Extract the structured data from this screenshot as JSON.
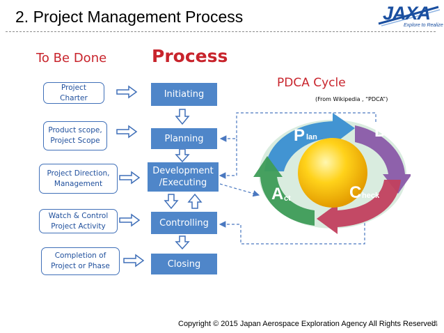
{
  "slide": {
    "title": "2.   Project Management Process",
    "page_number": "14",
    "copyright": "Copyright © 2015 Japan Aerospace Exploration Agency All Rights Reserved."
  },
  "logo": {
    "text": "JAXA",
    "tagline": "Explore to Realize"
  },
  "columns": {
    "to_be_done": "To Be Done",
    "process": "Process"
  },
  "to_be_done": [
    "Project\nCharter",
    "Product scope,\nProject Scope",
    "Project Direction,\nManagement",
    "Watch   & Control\nProject Activity",
    "Completion of\nProject or Phase"
  ],
  "process_steps": [
    "Initiating",
    "Planning",
    "Development\n/Executing",
    "Controlling",
    "Closing"
  ],
  "pdca": {
    "title": "PDCA Cycle",
    "source": "(From Wikipedia , “PDCA”)",
    "plan": {
      "big": "P",
      "small": "lan"
    },
    "do": {
      "big": "D",
      "small": "o"
    },
    "check": {
      "big": "C",
      "small": "heck"
    },
    "act": {
      "big": "A",
      "small": "ct"
    },
    "colors": {
      "plan": "#3a8fd1",
      "do": "#8a5aa8",
      "check": "#c2405e",
      "act": "#3e9c57",
      "ring": "#a9d6b8"
    }
  },
  "colors": {
    "accent_red": "#c8242c",
    "process_fill": "#4f86c9",
    "box_border": "#3f6fb8",
    "connector": "#4a78c0"
  }
}
